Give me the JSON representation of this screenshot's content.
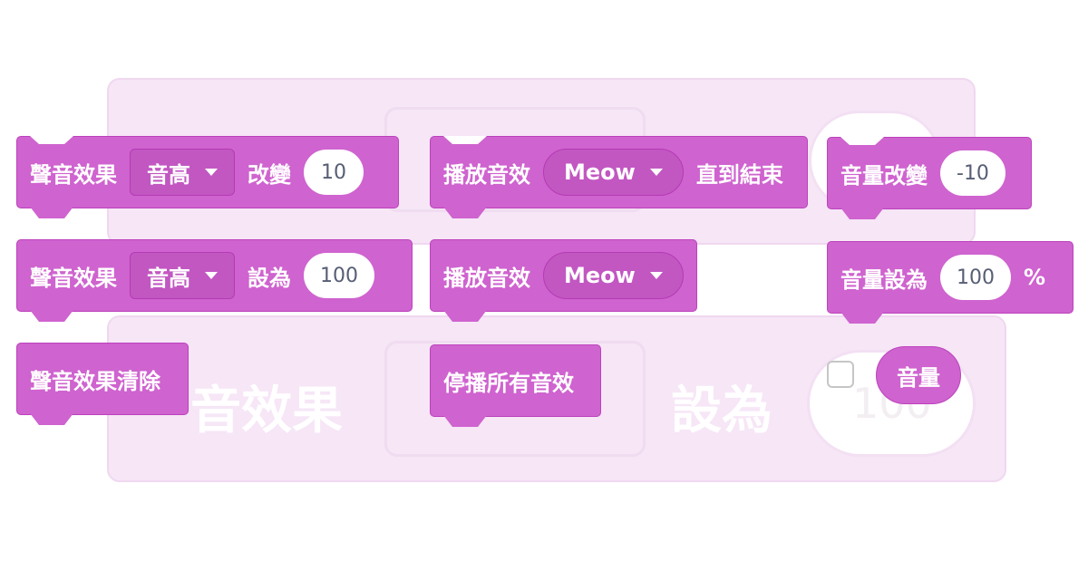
{
  "background": {
    "label_1": "音效果",
    "label_2": "設為",
    "value": "100"
  },
  "blocks": {
    "effect_change": {
      "label": "聲音效果",
      "menu": "音高",
      "verb": "改變",
      "value": "10"
    },
    "effect_set": {
      "label": "聲音效果",
      "menu": "音高",
      "verb": "設為",
      "value": "100"
    },
    "effect_clear": {
      "label": "聲音效果清除"
    },
    "play_until_done": {
      "label": "播放音效",
      "menu": "Meow",
      "suffix": "直到結束"
    },
    "play": {
      "label": "播放音效",
      "menu": "Meow"
    },
    "stop_all": {
      "label": "停播所有音效"
    },
    "volume_change": {
      "label": "音量改變",
      "value": "-10"
    },
    "volume_set": {
      "label": "音量設為",
      "value": "100",
      "unit": "%"
    },
    "volume_reporter": {
      "label": "音量"
    }
  },
  "colors": {
    "block_fill": "#cf63cf",
    "block_border": "#bd42bd",
    "dropdown_fill": "#c257c2",
    "faded_block": "#f6e6f6"
  }
}
